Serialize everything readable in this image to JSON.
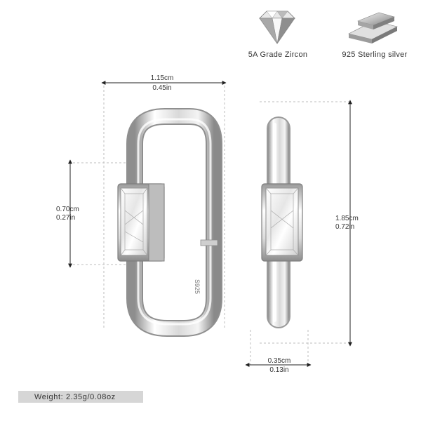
{
  "badges": [
    {
      "label": "5A Grade Zircon",
      "icon": "diamond-icon"
    },
    {
      "label": "925 Sterling silver",
      "icon": "silver-bar-icon"
    }
  ],
  "dimensions": {
    "width_cm": "1.15cm",
    "width_in": "0.45in",
    "stone_height_cm": "0.70cm",
    "stone_height_in": "0.27in",
    "height_cm": "1.85cm",
    "height_in": "0.72in",
    "thickness_cm": "0.35cm",
    "thickness_in": "0.13in"
  },
  "engraving": "S925",
  "weight": "Weight: 2.35g/0.08oz",
  "colors": {
    "background": "#ffffff",
    "silver_light": "#f7f7f7",
    "silver_dark": "#9a9a9a",
    "dimension_line": "#222222",
    "weight_bar": "#d6d6d6"
  }
}
